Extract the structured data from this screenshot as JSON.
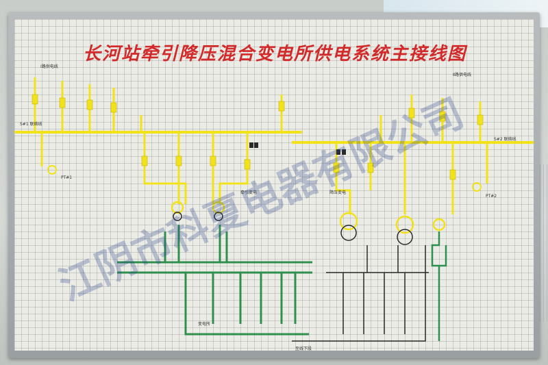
{
  "board": {
    "title": "长河站牵引降压混合变电所供电系统主接线图",
    "watermark": "江阴市科夏电器有限公司"
  },
  "labels": {
    "feeder_1": "Ⅰ路供电线",
    "feeder_2": "Ⅱ路供电线",
    "bus_main": "S#1 联络线",
    "bus_right": "S#2 联络线",
    "traction_section": "牵引变电",
    "station_section": "降压变电",
    "ptr1": "PT#1",
    "ptr2": "PT#2",
    "left_load": "变电所",
    "right_load": "至线下段"
  },
  "colors": {
    "title": "#d22a2a",
    "yellow_line": "#f2e21a",
    "green_line": "#2f8f4f",
    "black_line": "#2a2a2a",
    "watermark": "#2b468c"
  }
}
